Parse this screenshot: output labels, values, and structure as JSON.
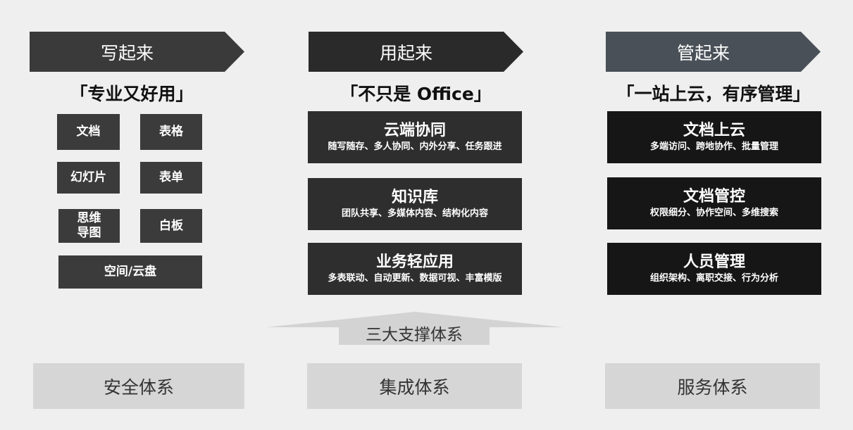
{
  "columns": [
    {
      "header": "写起来",
      "subtitle": "「专业又好用」",
      "tiles": [
        "文档",
        "表格",
        "幻灯片",
        "表单",
        "思维\n导图",
        "白板",
        "空间/云盘"
      ]
    },
    {
      "header": "用起来",
      "subtitle": "「不只是 Office」",
      "boxes": [
        {
          "title": "云端协同",
          "desc": "随写随存、多人协同、内外分享、任务跟进"
        },
        {
          "title": "知识库",
          "desc": "团队共享、多媒体内容、结构化内容"
        },
        {
          "title": "业务轻应用",
          "desc": "多表联动、自动更新、数据可视、丰富模版"
        }
      ]
    },
    {
      "header": "管起来",
      "subtitle": "「一站上云，有序管理」",
      "boxes": [
        {
          "title": "文档上云",
          "desc": "多端访问、跨地协作、批量管理"
        },
        {
          "title": "文档管控",
          "desc": "权限细分、协作空间、多维搜索"
        },
        {
          "title": "人员管理",
          "desc": "组织架构、离职交接、行为分析"
        }
      ]
    }
  ],
  "support": {
    "label": "三大支撑体系",
    "systems": [
      "安全体系",
      "集成体系",
      "服务体系"
    ]
  },
  "colors": {
    "header1": "#3a3a3a",
    "header2": "#2a2a2a",
    "header3": "#4a5057",
    "tile": "#3b3b3b",
    "box_mid": "#2e2e2e",
    "box_dark": "#161616",
    "support": "#d3d3d3",
    "system": "#d6d6d6"
  }
}
